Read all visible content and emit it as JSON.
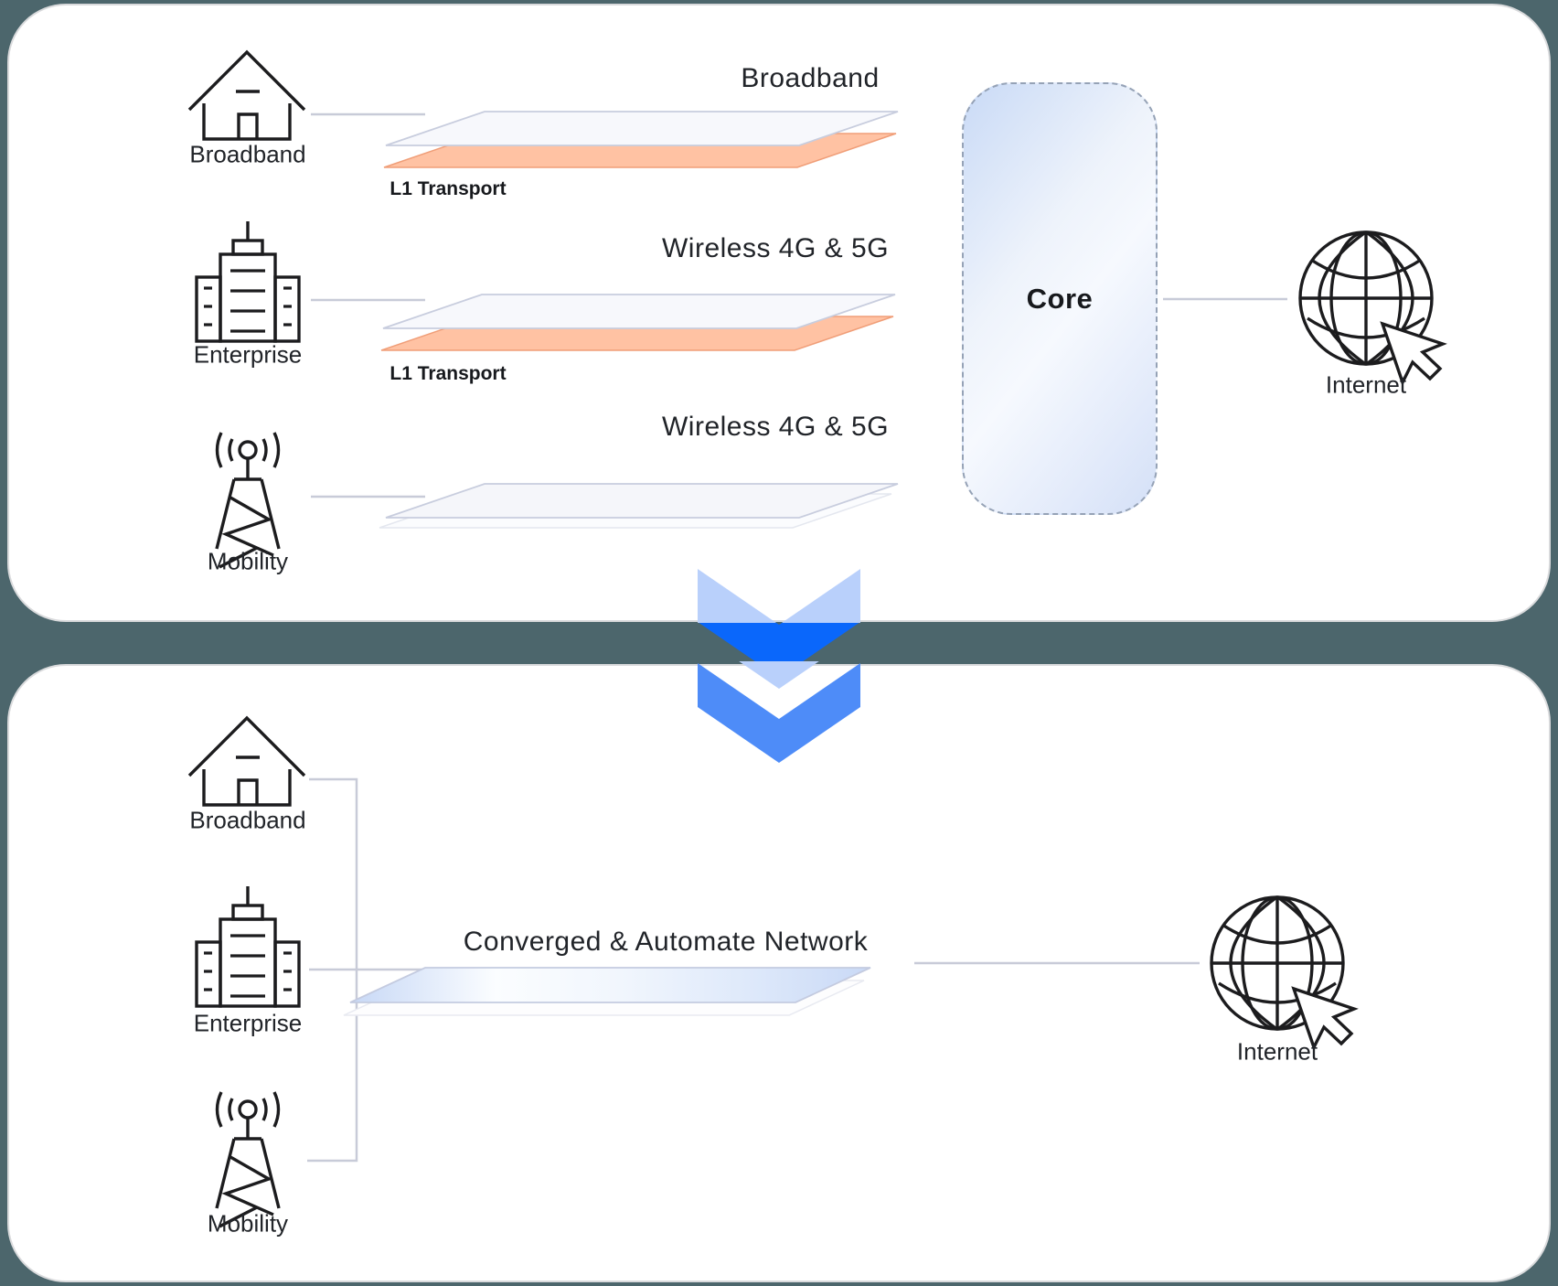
{
  "top_panel": {
    "sources": [
      {
        "label": "Broadband"
      },
      {
        "label": "Enterprise"
      },
      {
        "label": "Mobility"
      }
    ],
    "layers": [
      {
        "title": "Broadband",
        "transport_label": "L1 Transport"
      },
      {
        "title": "Wireless 4G & 5G",
        "transport_label": "L1 Transport"
      },
      {
        "title": "Wireless 4G & 5G"
      }
    ],
    "core_label": "Core",
    "internet_label": "Internet"
  },
  "bottom_panel": {
    "sources": [
      {
        "label": "Broadband"
      },
      {
        "label": "Enterprise"
      },
      {
        "label": "Mobility"
      }
    ],
    "network_title": "Converged & Automate Network",
    "internet_label": "Internet"
  },
  "colors": {
    "background_teal": "#4c666c",
    "panel_white": "#ffffff",
    "plane_white_fill": "#f7f8fc",
    "plane_stroke": "#c8cdde",
    "transport_orange": "#ffc2a3",
    "transport_orange_stroke": "#f09e78",
    "chevron_light_blue": "#b9d0fb",
    "chevron_bright_blue": "#0a67fb",
    "chevron_medium_blue": "#4e8cf8",
    "connector_gray": "#c8cbd8",
    "icon_stroke": "#1c1c1e"
  }
}
